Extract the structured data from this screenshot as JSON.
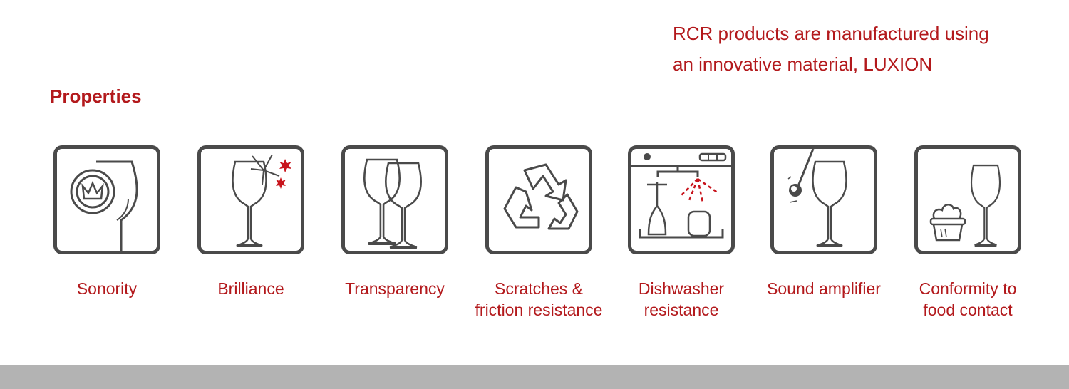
{
  "intro": {
    "line1": "RCR products are manufactured using",
    "line2": "an innovative material, LUXION"
  },
  "title": "Properties",
  "colors": {
    "accent": "#b3191c",
    "icon": "#4a4a4a",
    "footer": "#b3b3b3"
  },
  "properties": [
    {
      "icon": "sonority-icon",
      "line1": "Sonority",
      "line2": ""
    },
    {
      "icon": "brilliance-icon",
      "line1": "Brilliance",
      "line2": ""
    },
    {
      "icon": "transparency-icon",
      "line1": "Transparency",
      "line2": ""
    },
    {
      "icon": "recycle-icon",
      "line1": "Scratches &",
      "line2": "friction resistance"
    },
    {
      "icon": "dishwasher-icon",
      "line1": "Dishwasher",
      "line2": "resistance"
    },
    {
      "icon": "sound-amplifier-icon",
      "line1": "Sound amplifier",
      "line2": ""
    },
    {
      "icon": "food-contact-icon",
      "line1": "Conformity to",
      "line2": "food contact"
    }
  ]
}
